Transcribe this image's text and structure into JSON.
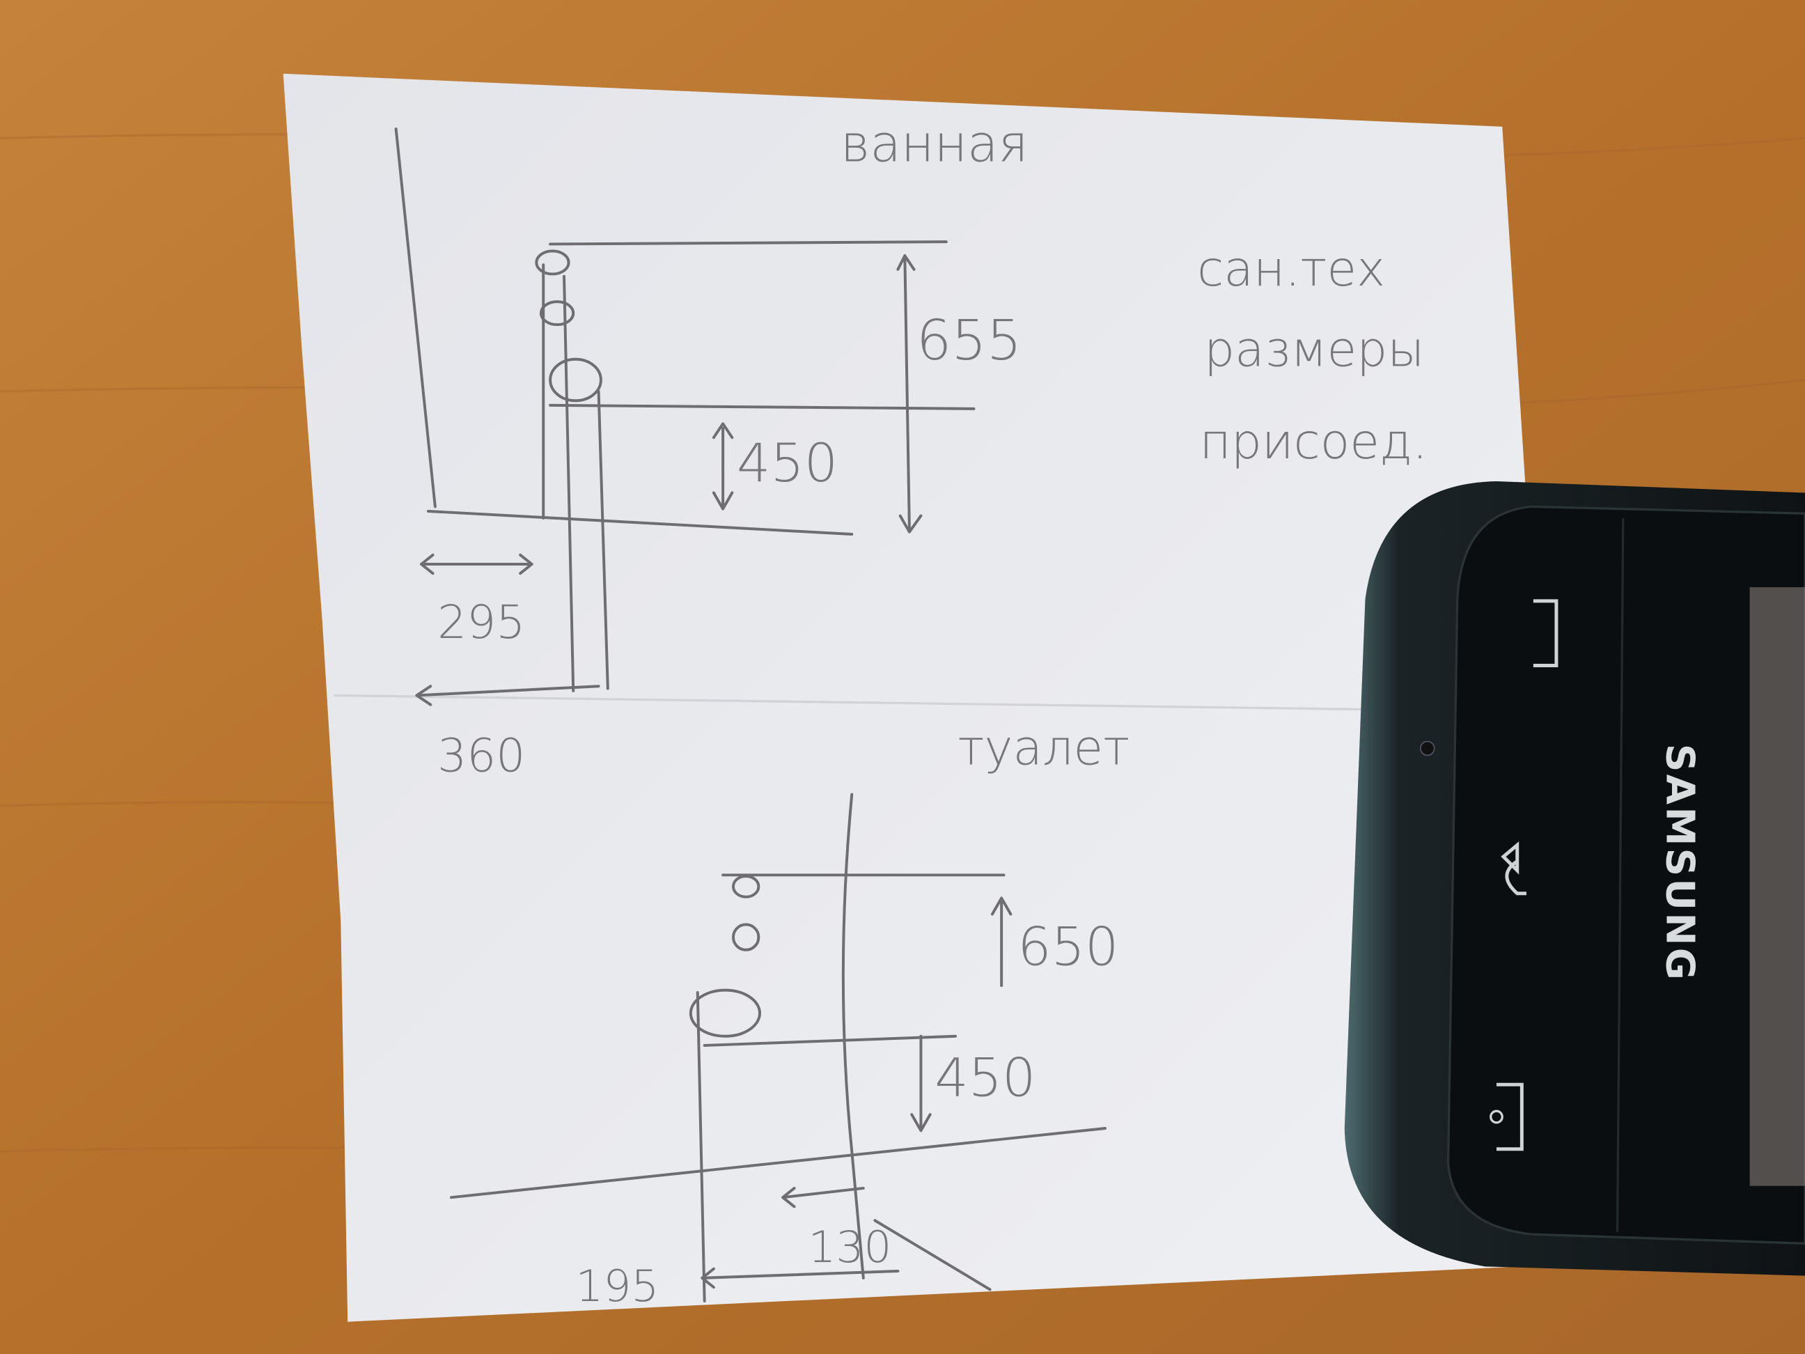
{
  "sketch": {
    "bathroom": {
      "title": "ванная",
      "dim_height_total": "655",
      "dim_height_lower": "450",
      "dim_width_inner": "295",
      "dim_width_outer": "360"
    },
    "note": {
      "line1": "сан.тех",
      "line2": "размеры",
      "line3": "присоед."
    },
    "toilet": {
      "title": "туалет",
      "dim_height_total": "650",
      "dim_height_lower": "450",
      "dim_width_inner": "130",
      "dim_width_outer": "195"
    }
  },
  "phone": {
    "brand": "SAMSUNG"
  },
  "colors": {
    "wood": "#b9772e",
    "paper": "#e9eaee",
    "pencil": "#6e6e72",
    "phone_body": "#1c2326"
  }
}
